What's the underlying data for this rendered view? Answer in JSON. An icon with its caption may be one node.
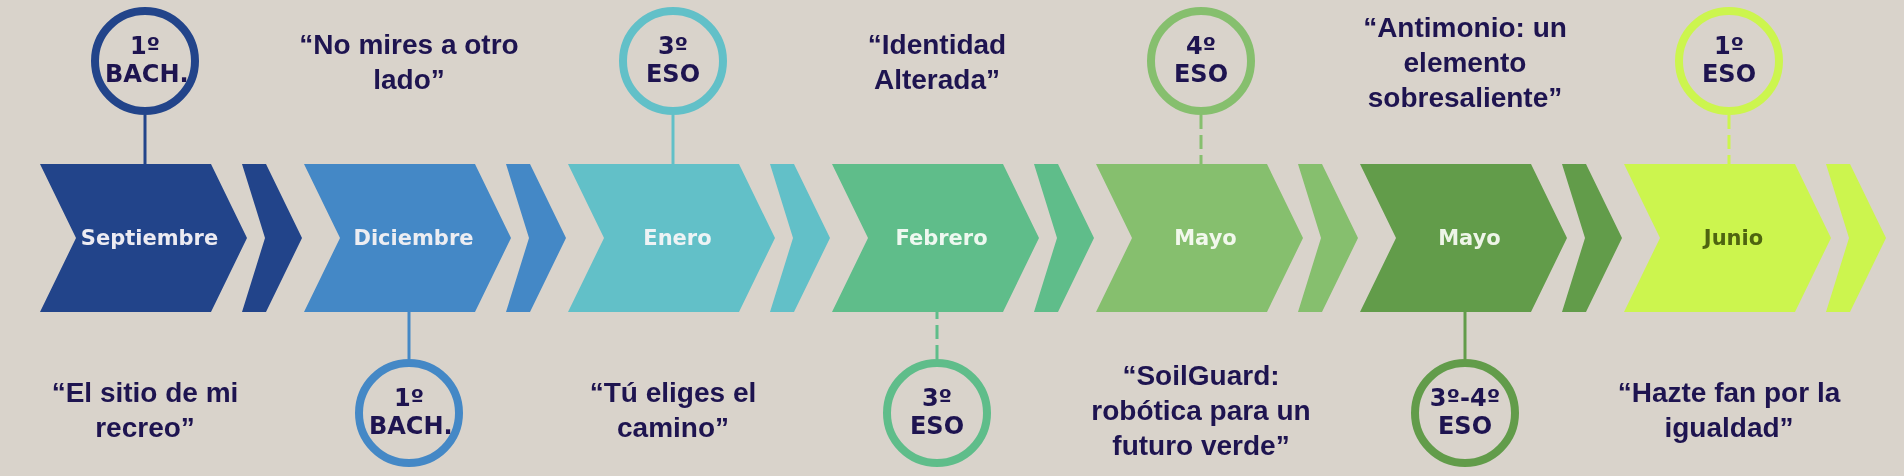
{
  "diagram": {
    "nodes": [
      {
        "text": [
          "1º BACH."
        ]
      },
      {
        "text": [
          "Septiembre"
        ],
        "beside": [
          "“El sitio de mi recreo”"
        ]
      },
      {
        "text": [
          "1º BACH."
        ]
      },
      {
        "text": [
          "Diciembre"
        ],
        "beside": [
          "“No mires a otro lado”"
        ]
      },
      {
        "text": [
          "3º ESO"
        ]
      },
      {
        "text": [
          "Enero"
        ],
        "beside": [
          "“Tú eliges el camino”"
        ]
      },
      {
        "text": [
          "3º ESO"
        ]
      },
      {
        "text": [
          "Febrero"
        ],
        "beside": [
          "“Identidad Alterada”"
        ]
      },
      {
        "text": [
          "4º ESO"
        ]
      },
      {
        "text": [
          "Mayo"
        ],
        "beside": [
          "“SoilGuard: robótica para un futuro verde”"
        ]
      },
      {
        "text": [
          "3º-4º ESO"
        ]
      },
      {
        "text": [
          "Mayo"
        ],
        "beside": [
          "“Antimonio: un elemento sobresaliente”"
        ]
      },
      {
        "text": [
          "1º ESO"
        ]
      },
      {
        "text": [
          "Junio"
        ],
        "beside": [
          "“Hazte fan por la igualdad”"
        ]
      }
    ],
    "edges": [
      {
        "from": 0,
        "to": 1,
        "arrow": "none",
        "color": "#22448a"
      },
      {
        "from": 2,
        "to": 3,
        "arrow": "none",
        "color": "#4488c6"
      },
      {
        "from": 4,
        "to": 5,
        "arrow": "none",
        "color": "#62c0c8"
      },
      {
        "from": 6,
        "to": 7,
        "arrow": "none",
        "style": "dashed",
        "color": "#5fbd8a"
      },
      {
        "from": 8,
        "to": 9,
        "arrow": "none",
        "style": "dashed",
        "color": "#86bf6e"
      },
      {
        "from": 10,
        "to": 11,
        "arrow": "none",
        "color": "#629c4a"
      },
      {
        "from": 12,
        "to": 13,
        "arrow": "none",
        "style": "dashed",
        "color": "#ccf54e"
      },
      {
        "from": 1,
        "to": 3,
        "arrow": "to",
        "color": "#22448a"
      },
      {
        "from": 3,
        "to": 5,
        "arrow": "to",
        "color": "#4488c6"
      },
      {
        "from": 5,
        "to": 7,
        "arrow": "to",
        "color": "#62c0c8"
      },
      {
        "from": 7,
        "to": 9,
        "arrow": "to",
        "color": "#5fbd8a"
      },
      {
        "from": 9,
        "to": 11,
        "arrow": "to",
        "color": "#86bf6e"
      },
      {
        "from": 11,
        "to": 13,
        "arrow": "to",
        "color": "#629c4a"
      },
      {
        "from": 13,
        "to": null,
        "arrow": "to",
        "color": "#ccf54e"
      }
    ]
  }
}
